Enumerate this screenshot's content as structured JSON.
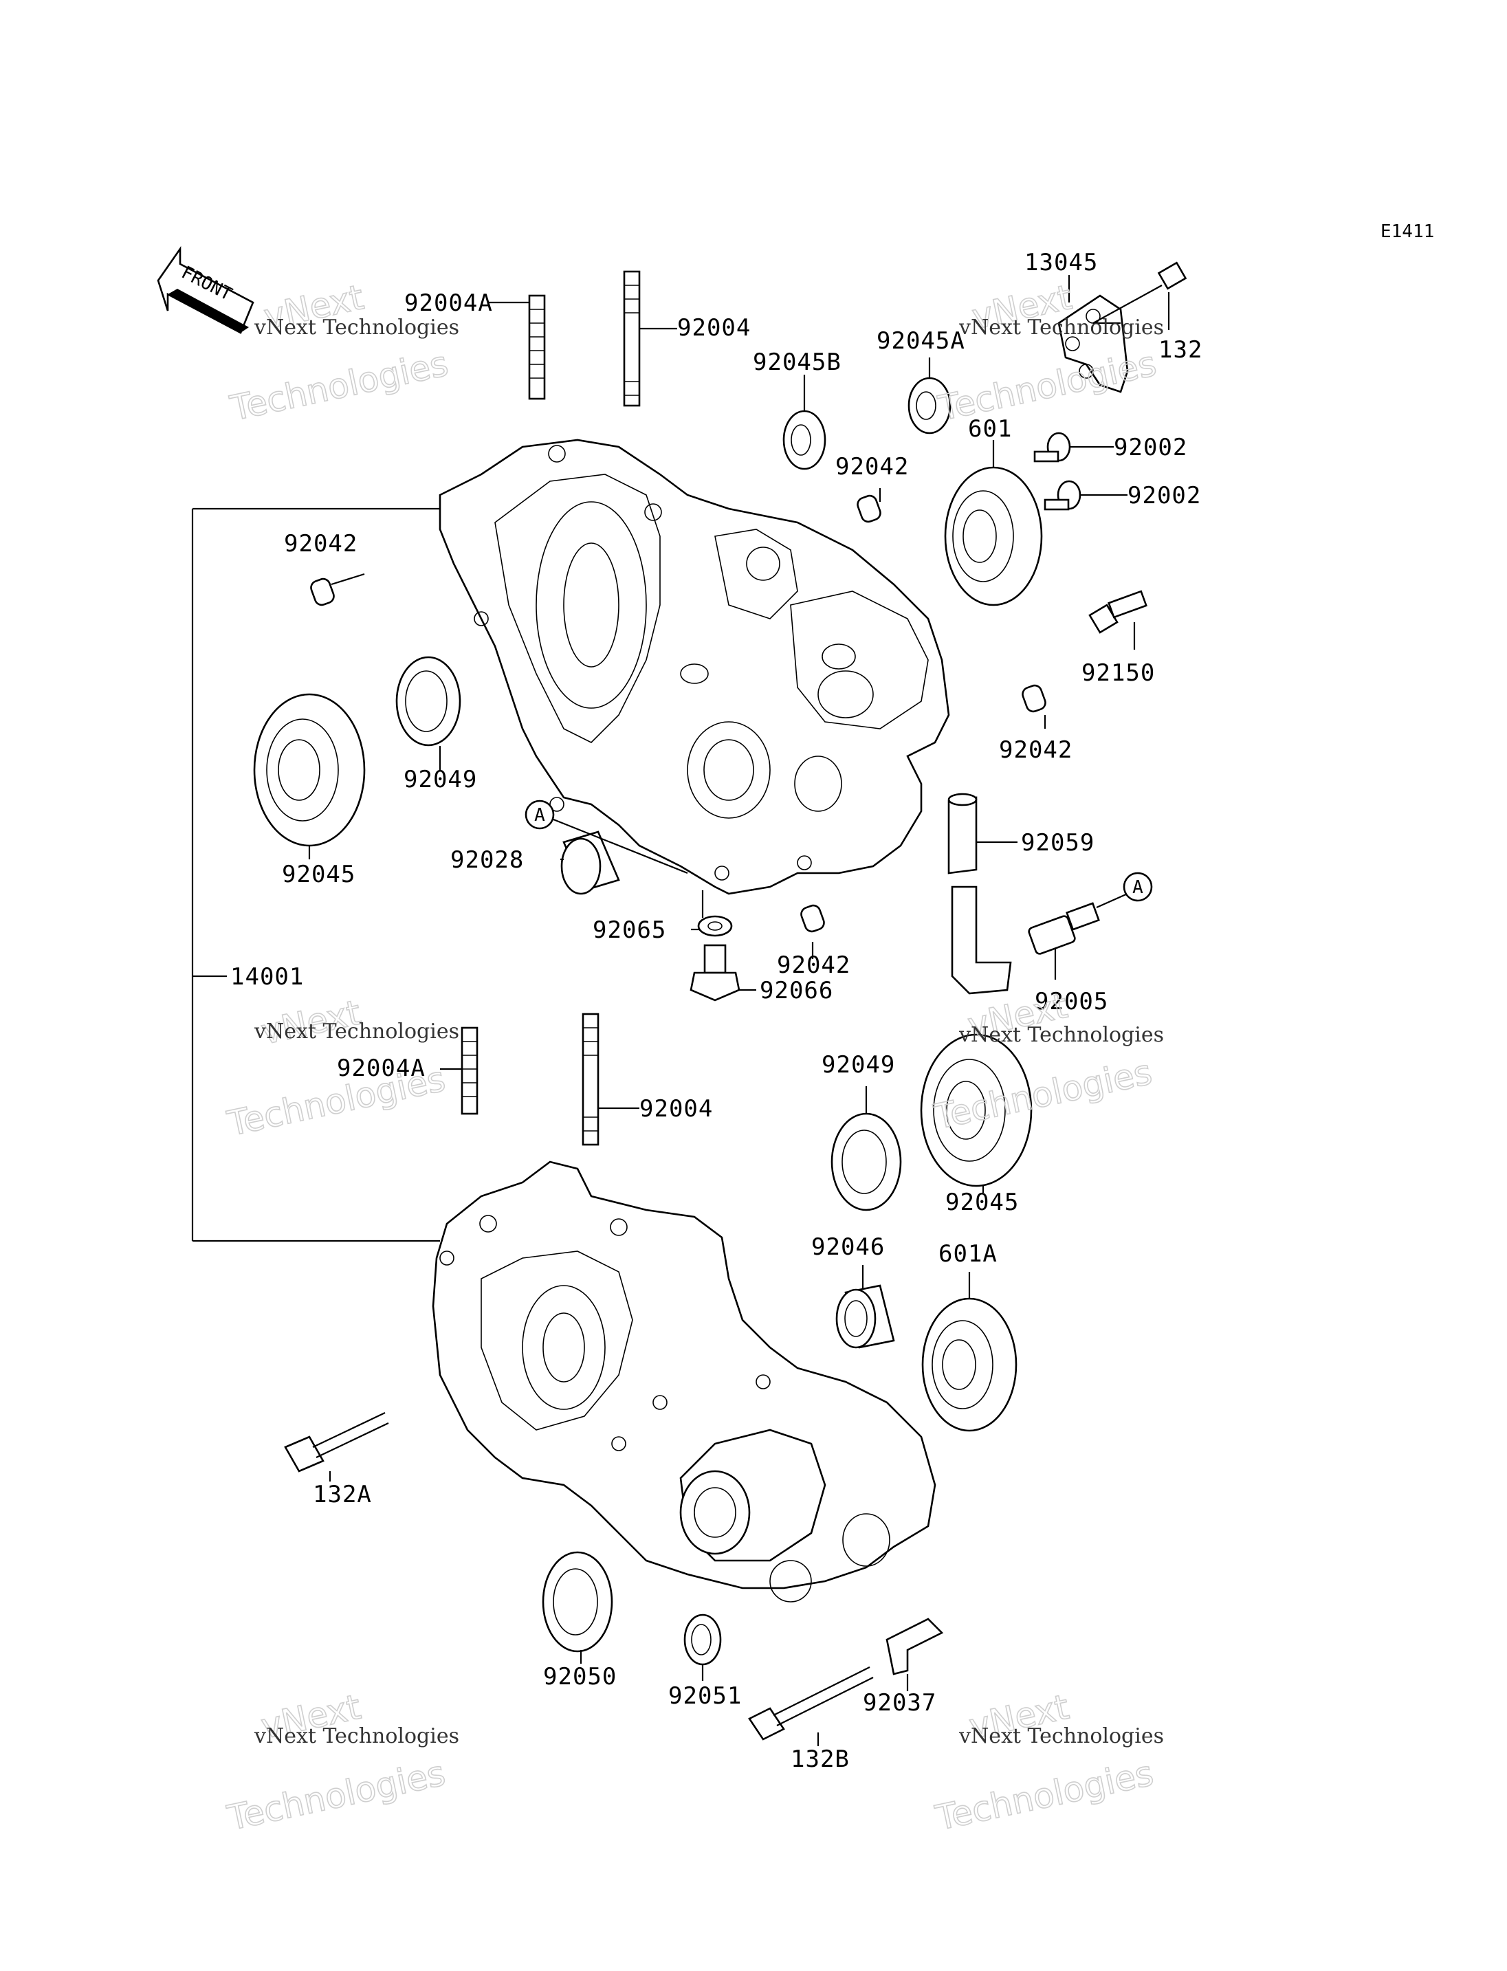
{
  "diagram_code": "E1411",
  "front_label": "FRONT",
  "ref_marker": "A",
  "watermark": {
    "line1": "vNext Technologies",
    "line2a": "vNext",
    "line2b": "Technologies"
  },
  "parts": {
    "p92004A_top": "92004A",
    "p92004_top": "92004",
    "p92045B": "92045B",
    "p92045A": "92045A",
    "p13045": "13045",
    "p132": "132",
    "p601": "601",
    "p92002_a": "92002",
    "p92002_b": "92002",
    "p92042_mid": "92042",
    "p92042_left": "92042",
    "p92150": "92150",
    "p92042_right": "92042",
    "p92049_top": "92049",
    "p92045_top": "92045",
    "p92028": "92028",
    "p92059": "92059",
    "p92065": "92065",
    "p92042_bottom": "92042",
    "p92066": "92066",
    "p92005": "92005",
    "p14001": "14001",
    "p92004A_bot": "92004A",
    "p92004_bot": "92004",
    "p92049_bot": "92049",
    "p92045_bot": "92045",
    "p92046": "92046",
    "p601A": "601A",
    "p132A": "132A",
    "p92050": "92050",
    "p92051": "92051",
    "p92037": "92037",
    "p132B": "132B"
  }
}
